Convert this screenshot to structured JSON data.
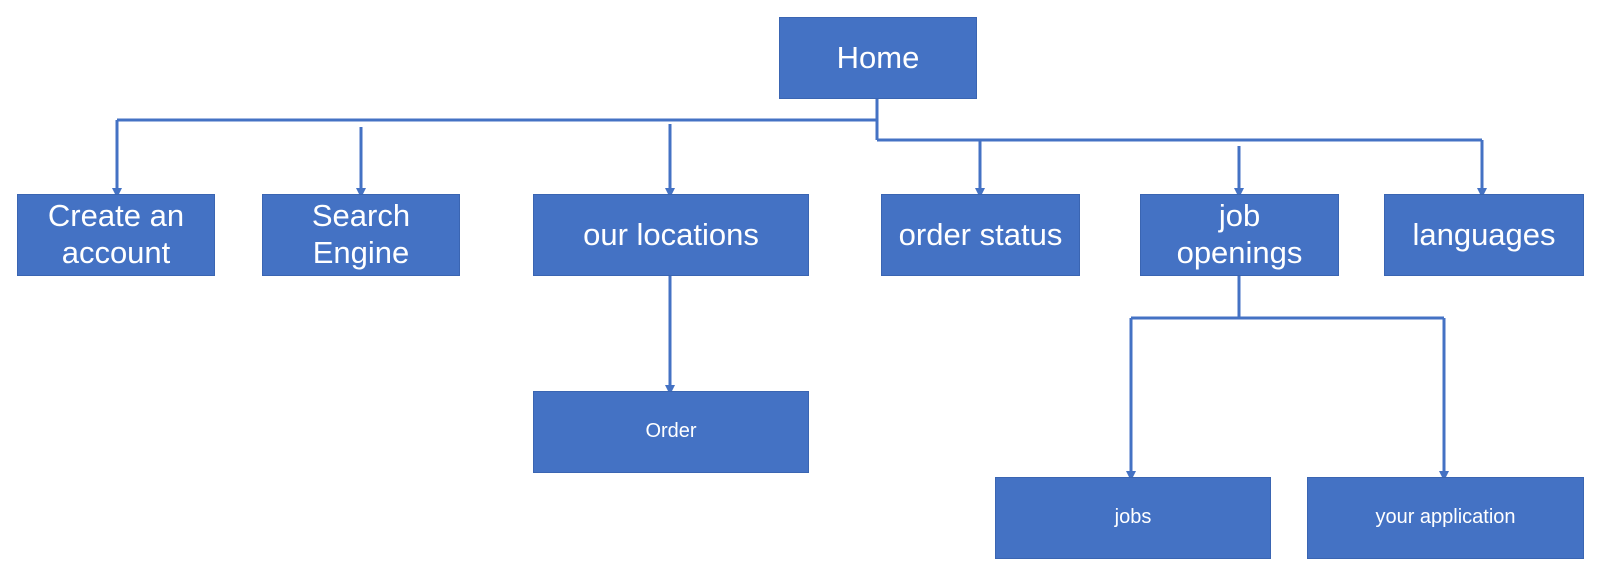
{
  "nodes": {
    "home": "Home",
    "create_account": "Create an\naccount",
    "search_engine": "Search\nEngine",
    "our_locations": "our  locations",
    "order_status": "order status",
    "job_openings": "job\nopenings",
    "languages": "languages",
    "order": "Order",
    "jobs": "jobs",
    "your_application": "your application"
  },
  "colors": {
    "box_fill": "#4472C4",
    "connector": "#4472C4",
    "text": "#FFFFFF"
  },
  "edges": [
    [
      "home",
      "create_account"
    ],
    [
      "home",
      "search_engine"
    ],
    [
      "home",
      "our_locations"
    ],
    [
      "home",
      "order_status"
    ],
    [
      "home",
      "job_openings"
    ],
    [
      "home",
      "languages"
    ],
    [
      "our_locations",
      "order"
    ],
    [
      "job_openings",
      "jobs"
    ],
    [
      "job_openings",
      "your_application"
    ]
  ]
}
